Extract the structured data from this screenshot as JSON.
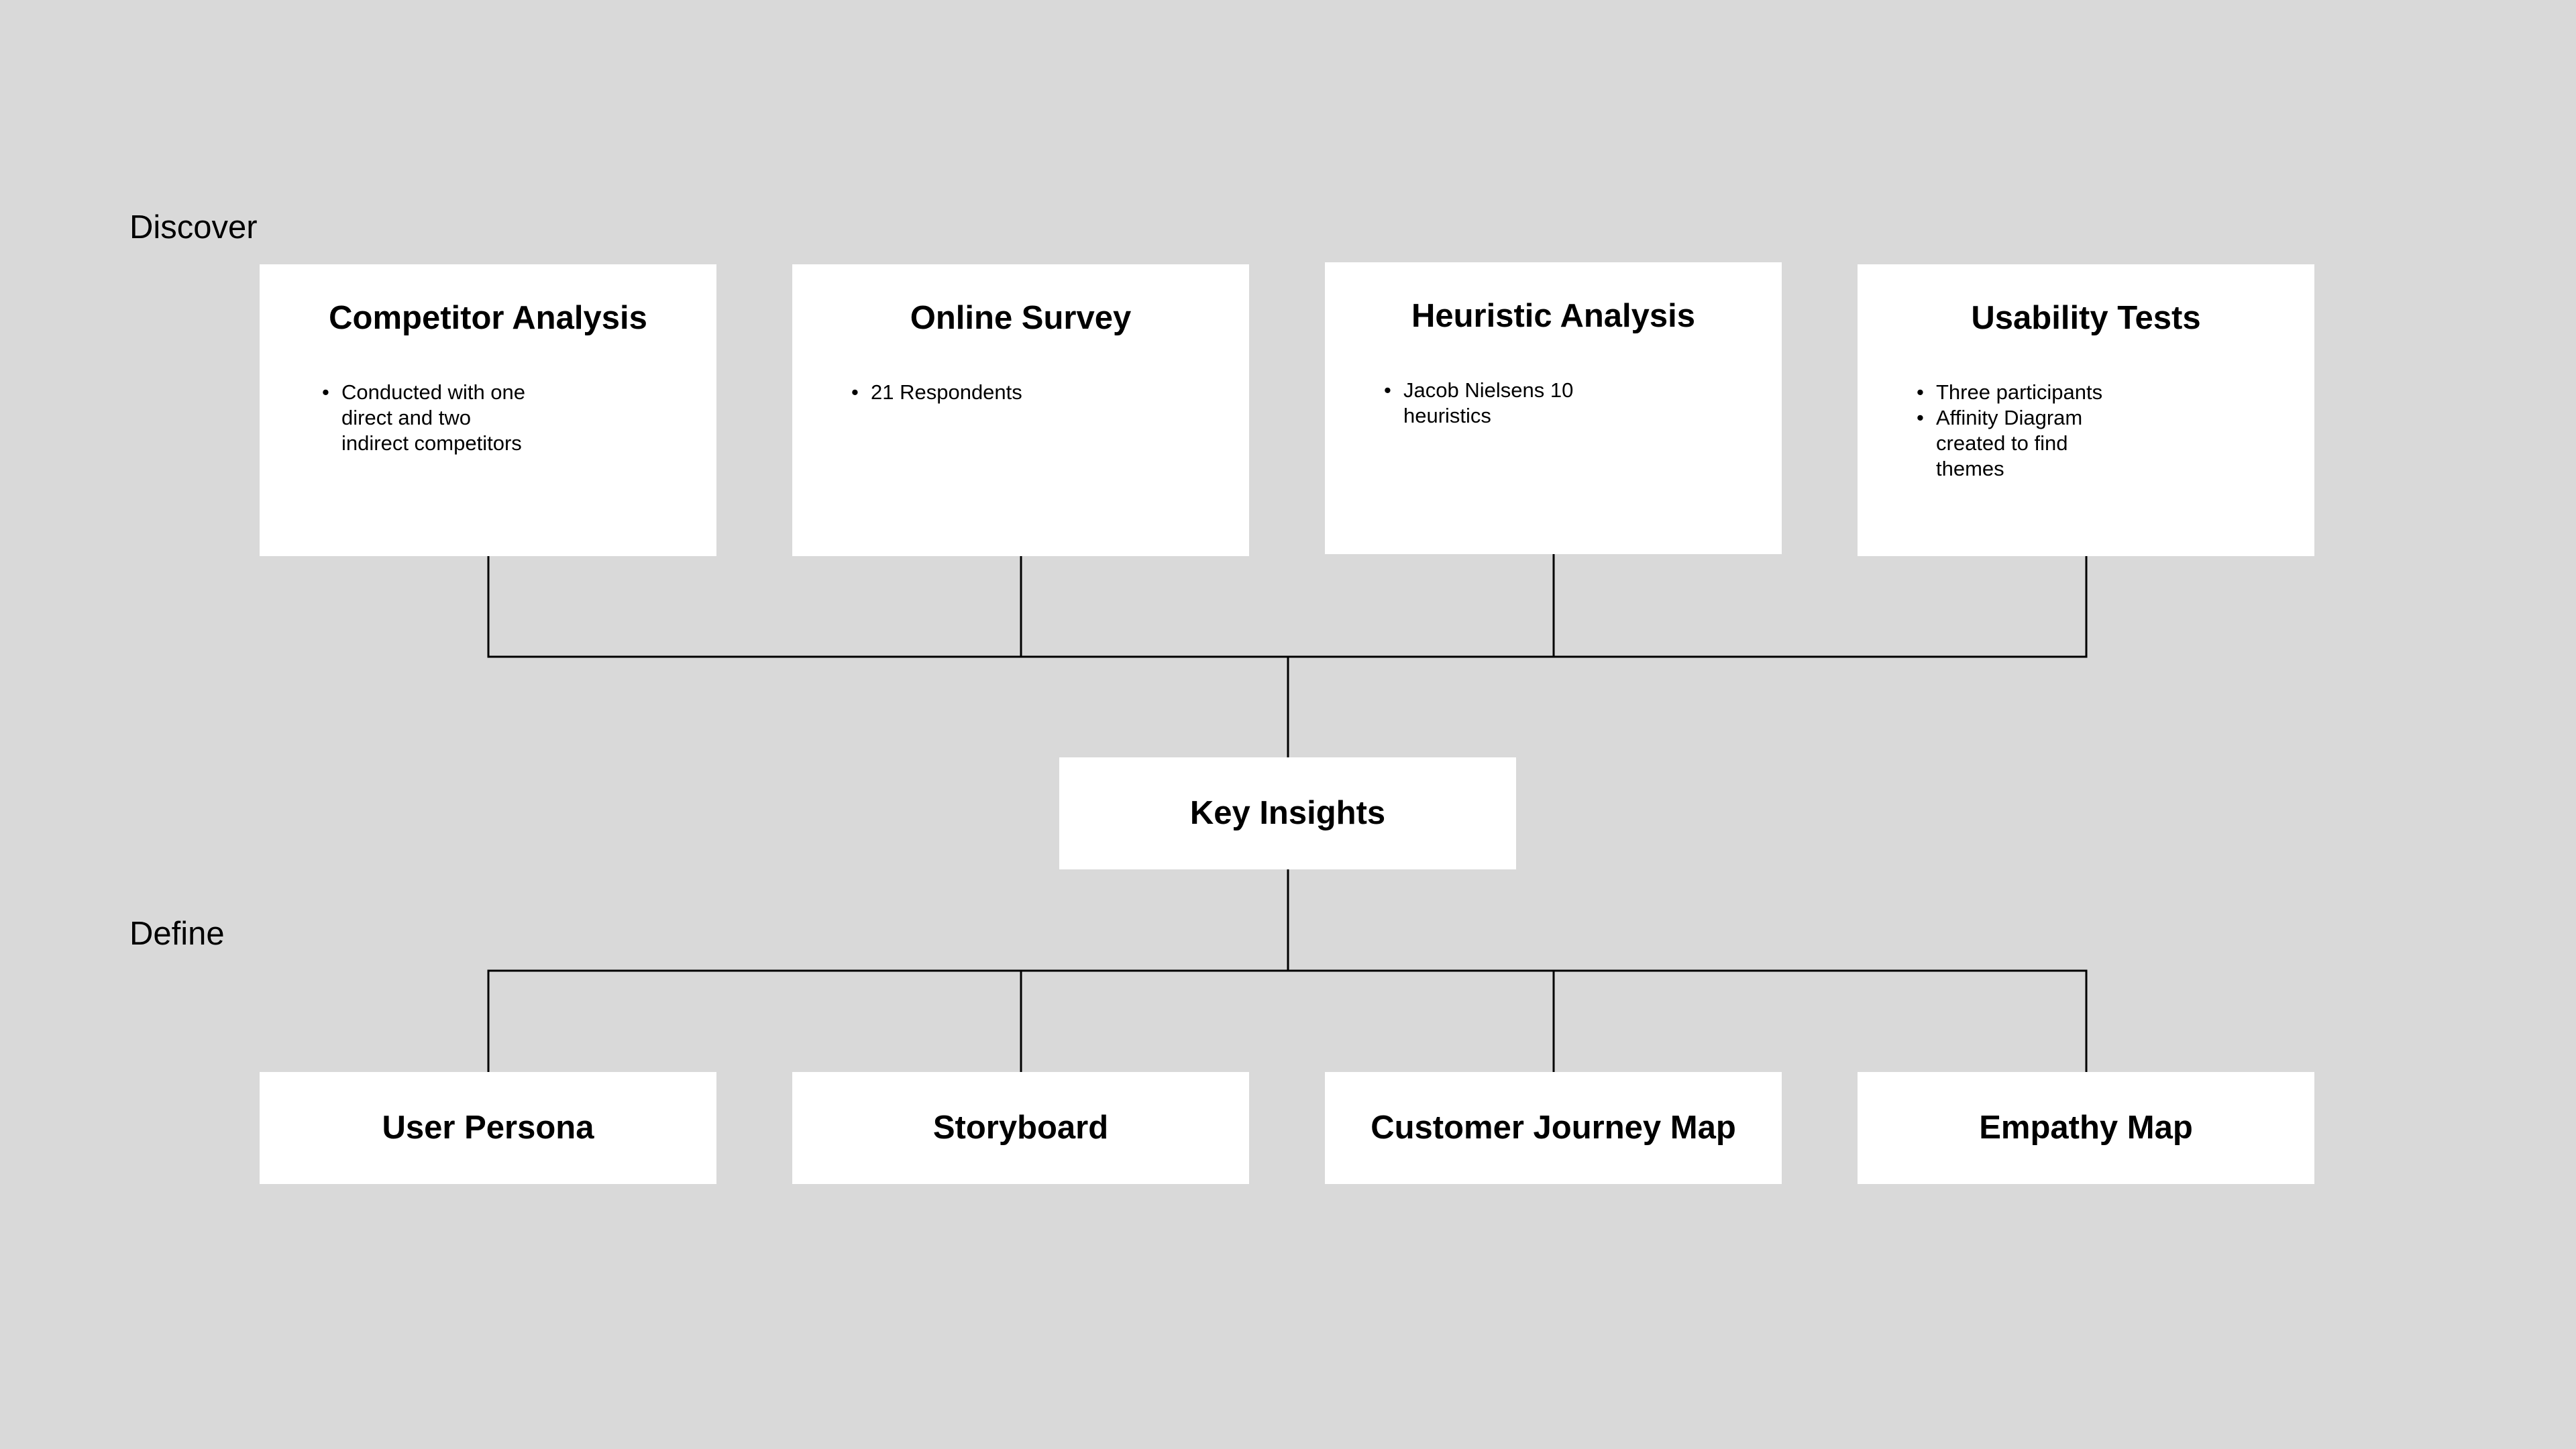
{
  "phases": {
    "discover": "Discover",
    "define": "Define"
  },
  "discover_cards": [
    {
      "title": "Competitor Analysis",
      "bullets": [
        "Conducted with one direct and two indirect competitors"
      ]
    },
    {
      "title": "Online Survey",
      "bullets": [
        "21 Respondents"
      ]
    },
    {
      "title": "Heuristic Analysis",
      "bullets": [
        "Jacob Nielsens 10 heuristics"
      ]
    },
    {
      "title": "Usability Tests",
      "bullets": [
        "Three participants",
        "Affinity Diagram created to find themes"
      ]
    }
  ],
  "key_insights": {
    "title": "Key Insights"
  },
  "define_cards": [
    {
      "title": "User Persona"
    },
    {
      "title": "Storyboard"
    },
    {
      "title": "Customer Journey Map"
    },
    {
      "title": "Empathy Map"
    }
  ]
}
